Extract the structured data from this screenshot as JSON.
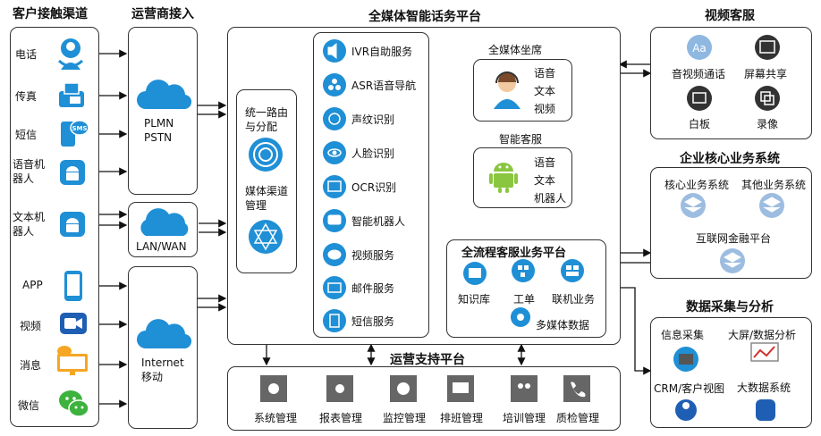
{
  "channels": {
    "title": "客户接触渠道",
    "items": [
      "电话",
      "传真",
      "短信",
      "语音机\n器人",
      "文本机\n器人",
      "APP",
      "视频",
      "消息",
      "微信"
    ]
  },
  "carrier": {
    "title": "运营商接入",
    "plmn": "PLMN\nPSTN",
    "lan": "LAN/WAN",
    "internet": "Internet\n移动"
  },
  "platform": {
    "title": "全媒体智能话务平台",
    "routing": "统一路由\n与分配",
    "channel_mgmt": "媒体渠道\n管理",
    "services": [
      "IVR自助服务",
      "ASR语音导航",
      "声纹识别",
      "人脸识别",
      "OCR识别",
      "智能机器人",
      "视频服务",
      "邮件服务",
      "短信服务"
    ],
    "agent": {
      "title": "全媒体坐席",
      "lines": [
        "语音",
        "文本",
        "视频"
      ]
    },
    "robot": {
      "title": "智能客服",
      "lines": [
        "语音",
        "文本",
        "机器人"
      ]
    },
    "process": {
      "title": "全流程客服业务平台",
      "items": [
        "知识库",
        "工单",
        "联机业务",
        "多媒体数据"
      ]
    }
  },
  "video": {
    "title": "视频客服",
    "items": [
      "音视频通话",
      "屏幕共享",
      "白板",
      "录像"
    ]
  },
  "enterprise": {
    "title": "企业核心业务系统",
    "items": [
      "核心业务系统",
      "其他业务系统",
      "互联网金融平台"
    ]
  },
  "data": {
    "title": "数据采集与分析",
    "items": [
      "信息采集",
      "大屏/数据分析",
      "CRM/客户视图",
      "大数据系统"
    ]
  },
  "ops": {
    "title": "运营支持平台",
    "items": [
      "系统管理",
      "报表管理",
      "监控管理",
      "排班管理",
      "培训管理",
      "质检管理"
    ]
  },
  "colors": {
    "accent": "#1f8fd6",
    "gray_icon": "#666666",
    "android": "#8ac640",
    "wechat": "#3db23d"
  }
}
